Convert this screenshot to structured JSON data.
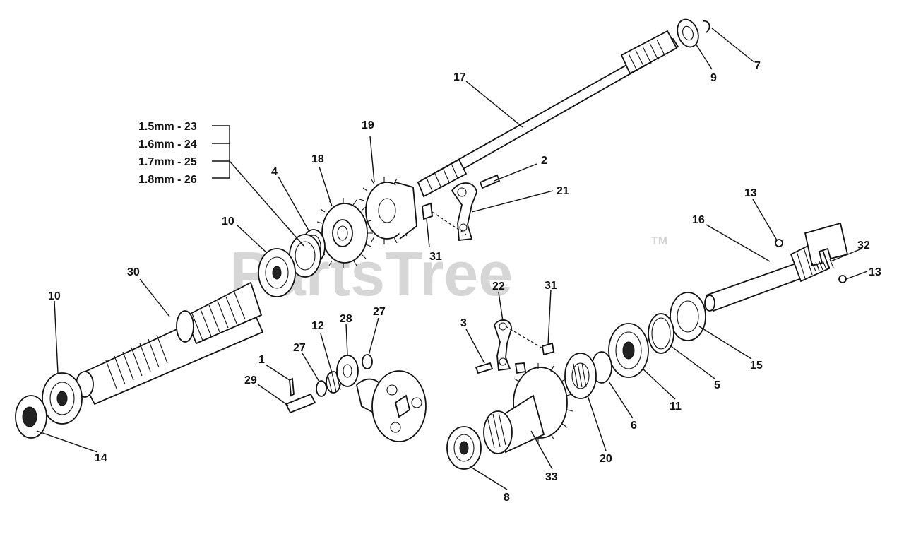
{
  "watermark": {
    "brand": "PartsTree",
    "mark": "TM"
  },
  "shim_callout": [
    {
      "text": "1.5mm - 23"
    },
    {
      "text": "1.6mm - 24"
    },
    {
      "text": "1.7mm - 25"
    },
    {
      "text": "1.8mm - 26"
    }
  ],
  "callouts": {
    "c7": "7",
    "c9": "9",
    "c17": "17",
    "c2": "2",
    "c21": "21",
    "c19": "19",
    "c18": "18",
    "c4": "4",
    "c10a": "10",
    "c31a": "31",
    "c30": "30",
    "c10b": "10",
    "c14": "14",
    "c16": "16",
    "c13a": "13",
    "c32": "32",
    "c13b": "13",
    "c15": "15",
    "c5": "5",
    "c11": "11",
    "c6": "6",
    "c20": "20",
    "c22": "22",
    "c31b": "31",
    "c3": "3",
    "c33": "33",
    "c8": "8",
    "c12": "12",
    "c28": "28",
    "c27a": "27",
    "c27b": "27",
    "c1": "1",
    "c29": "29"
  },
  "colors": {
    "ink": "#111111",
    "watermark": "#d6d6d6",
    "background": "#ffffff"
  }
}
